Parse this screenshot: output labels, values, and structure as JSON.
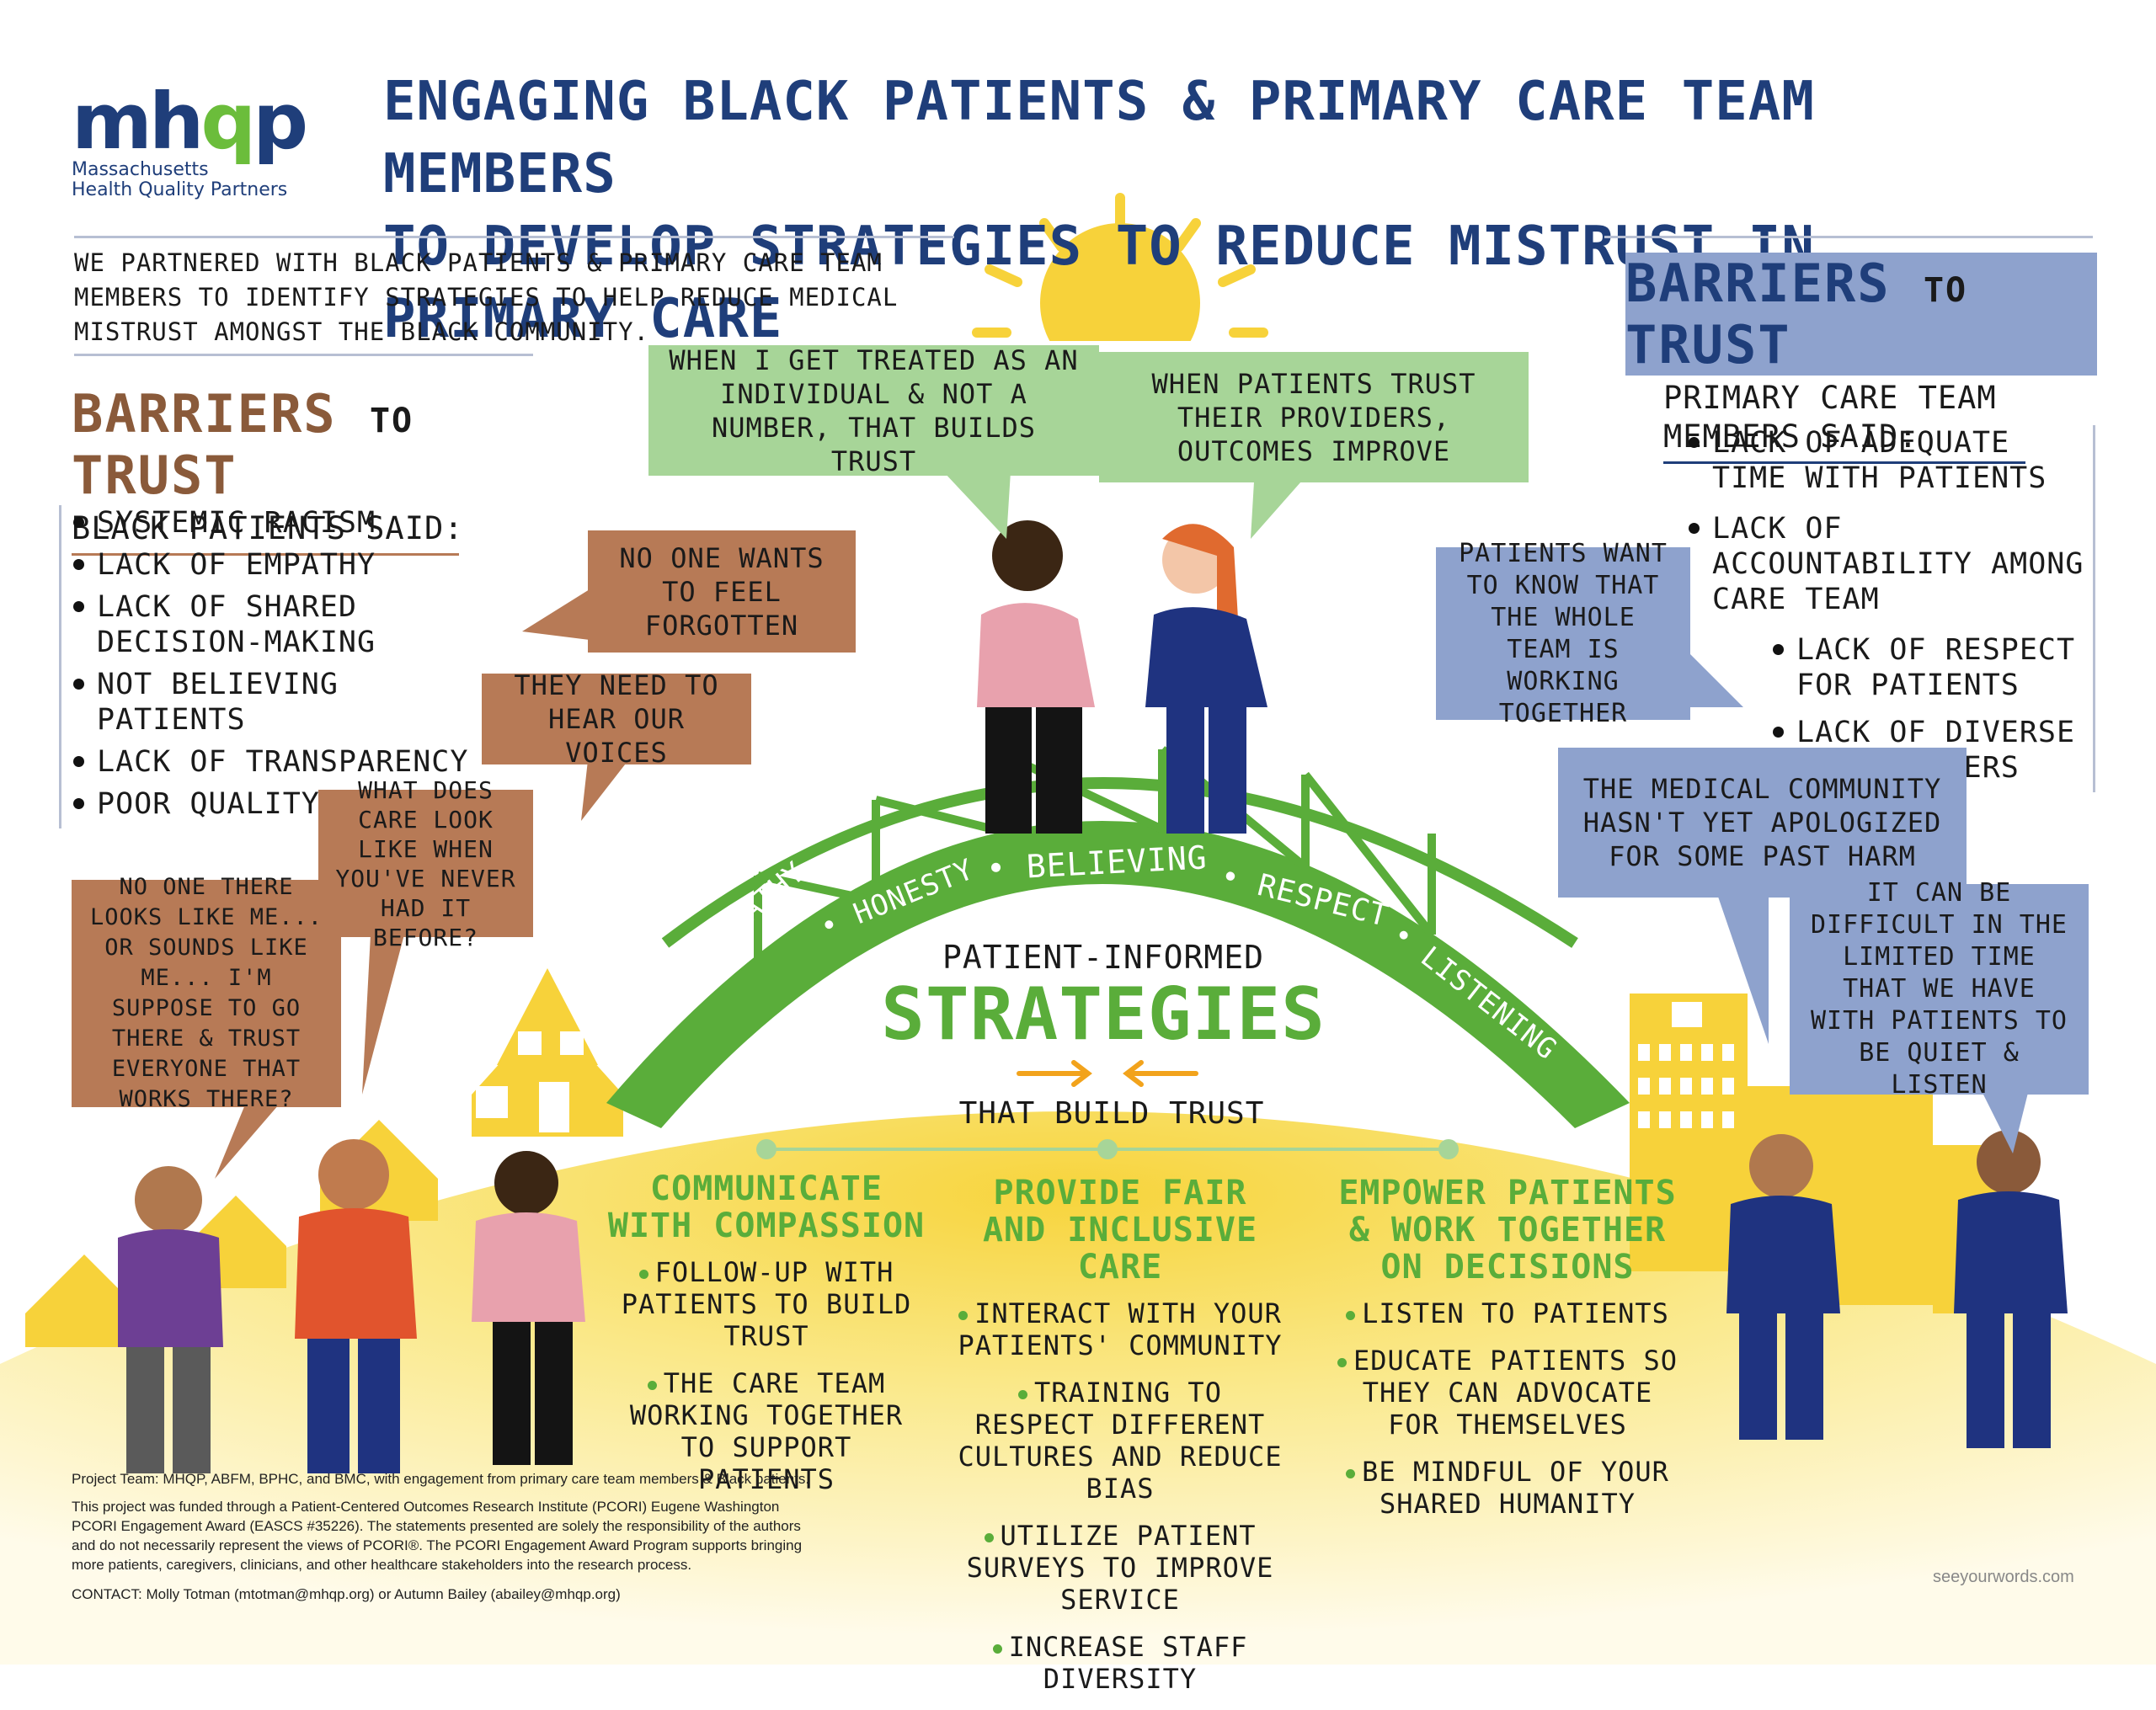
{
  "logo": {
    "mark_m": "mh",
    "mark_q": "q",
    "mark_p": "p",
    "org_line1": "Massachusetts",
    "org_line2": "Health Quality Partners"
  },
  "title_line1": "ENGAGING BLACK PATIENTS & PRIMARY CARE TEAM MEMBERS",
  "title_line2": "TO DEVELOP STRATEGIES TO REDUCE MISTRUST IN PRIMARY CARE",
  "intro": "WE PARTNERED WITH BLACK PATIENTS & PRIMARY CARE TEAM MEMBERS TO IDENTIFY STRATEGIES TO HELP REDUCE MEDICAL MISTRUST AMONGST THE BLACK COMMUNITY.",
  "left_barriers": {
    "heading_word1": "BARRIERS",
    "heading_to": "TO",
    "heading_word2": "TRUST",
    "subheading": "BLACK PATIENTS SAID:",
    "items": [
      "SYSTEMIC RACISM",
      "LACK OF EMPATHY",
      "LACK OF SHARED DECISION-MAKING",
      "NOT BELIEVING PATIENTS",
      "LACK OF TRANSPARENCY",
      "POOR QUALITY OF CARE"
    ]
  },
  "right_barriers": {
    "heading_word1": "BARRIERS",
    "heading_to": "TO",
    "heading_word2": "TRUST",
    "subheading": "PRIMARY CARE TEAM MEMBERS SAID:",
    "items": [
      "LACK OF ADEQUATE TIME WITH PATIENTS",
      "LACK OF ACCOUNTABILITY AMONG CARE TEAM",
      "LACK OF RESPECT FOR PATIENTS",
      "LACK OF DIVERSE TEAM MEMBERS"
    ]
  },
  "bubbles": {
    "center_left": "WHEN I GET TREATED AS AN INDIVIDUAL & NOT A NUMBER, THAT BUILDS TRUST",
    "center_right": "WHEN PATIENTS TRUST THEIR PROVIDERS, OUTCOMES IMPROVE",
    "forgotten": "NO ONE WANTS TO FEEL FORGOTTEN",
    "voices": "THEY NEED TO HEAR OUR VOICES",
    "never_had": "WHAT DOES CARE LOOK LIKE WHEN YOU'VE NEVER HAD IT BEFORE?",
    "looks_like_me": "NO ONE THERE LOOKS LIKE ME... OR SOUNDS LIKE ME... I'M SUPPOSE TO GO THERE & TRUST EVERYONE THAT WORKS THERE?",
    "whole_team": "PATIENTS WANT TO KNOW THAT THE WHOLE TEAM IS WORKING TOGETHER",
    "apologized": "THE MEDICAL COMMUNITY HASN'T YET APOLOGIZED FOR SOME PAST HARM",
    "limited_time": "IT CAN BE DIFFICULT IN THE LIMITED TIME THAT WE HAVE WITH PATIENTS TO BE QUIET & LISTEN"
  },
  "bridge_words": [
    "EMPATHY",
    "HONESTY",
    "BELIEVING",
    "RESPECT",
    "LISTENING"
  ],
  "strategies": {
    "pre": "PATIENT-INFORMED",
    "main": "STRATEGIES",
    "post": "THAT BUILD TRUST",
    "columns": [
      {
        "title": "COMMUNICATE WITH COMPASSION",
        "items": [
          "FOLLOW-UP WITH PATIENTS TO BUILD TRUST",
          "THE CARE TEAM WORKING TOGETHER TO SUPPORT PATIENTS"
        ]
      },
      {
        "title": "PROVIDE FAIR AND INCLUSIVE CARE",
        "items": [
          "INTERACT WITH YOUR PATIENTS' COMMUNITY",
          "TRAINING TO RESPECT DIFFERENT CULTURES AND REDUCE BIAS",
          "UTILIZE PATIENT SURVEYS TO IMPROVE SERVICE",
          "INCREASE STAFF DIVERSITY"
        ]
      },
      {
        "title": "EMPOWER PATIENTS & WORK TOGETHER ON DECISIONS",
        "items": [
          "LISTEN TO PATIENTS",
          "EDUCATE PATIENTS SO THEY CAN ADVOCATE FOR THEMSELVES",
          "BE MINDFUL OF YOUR SHARED HUMANITY"
        ]
      }
    ]
  },
  "footer": {
    "project_team": "Project Team: MHQP, ABFM, BPHC, and BMC, with engagement from primary care team members & Black patients.",
    "funding_1": "This project was funded through a Patient-Centered Outcomes Research Institute (PCORI) Eugene Washington",
    "funding_2": "PCORI Engagement Award (EASCS #35226). The statements presented are solely the responsibility of the authors",
    "funding_3": "and do not necessarily represent the views of PCORI®. The PCORI Engagement Award Program supports bringing",
    "funding_4": "more patients, caregivers, clinicians, and other healthcare stakeholders into the research process.",
    "contact": "CONTACT: Molly Totman (mtotman@mhqp.org) or Autumn Bailey (abailey@mhqp.org)",
    "credit": "seeyourwords.com"
  },
  "colors": {
    "navy": "#1f3e7a",
    "green": "#5aad3a",
    "brown": "#b77a56",
    "blue_bubble": "#8ea2cd",
    "green_bubble": "#a7d598",
    "sun": "#f7d23a"
  }
}
